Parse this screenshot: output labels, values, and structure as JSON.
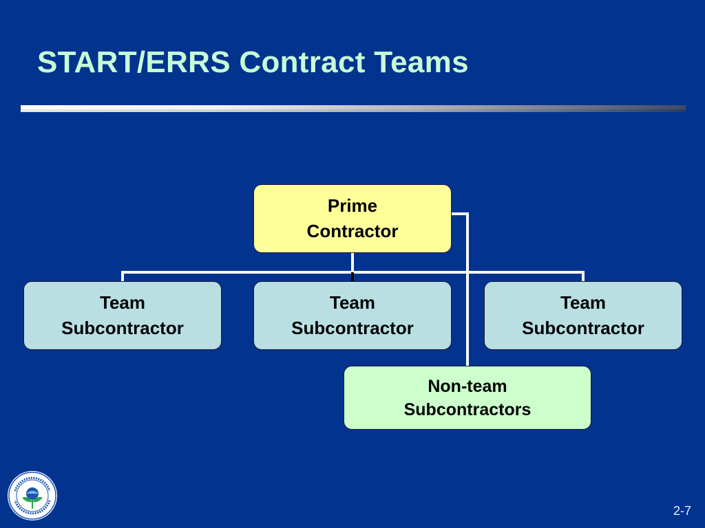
{
  "slide": {
    "title": "START/ERRS Contract Teams",
    "number": "2-7"
  },
  "chart": {
    "prime": {
      "line1": "Prime",
      "line2": "Contractor"
    },
    "team_subcontractors": [
      {
        "line1": "Team",
        "line2": "Subcontractor"
      },
      {
        "line1": "Team",
        "line2": "Subcontractor"
      },
      {
        "line1": "Team",
        "line2": "Subcontractor"
      }
    ],
    "non_team": {
      "line1": "Non-team",
      "line2": "Subcontractors"
    }
  },
  "logo": {
    "name": "epa-seal-icon",
    "text_top": "UNITED STATES",
    "text_right": "ENVIRONMENTAL PROTECTION AGENCY"
  },
  "colors": {
    "background": "#02338f",
    "title": "#c8ffd6",
    "prime_fill": "#ffff99",
    "team_fill": "#b9dfe3",
    "non_team_fill": "#ccffcc"
  }
}
